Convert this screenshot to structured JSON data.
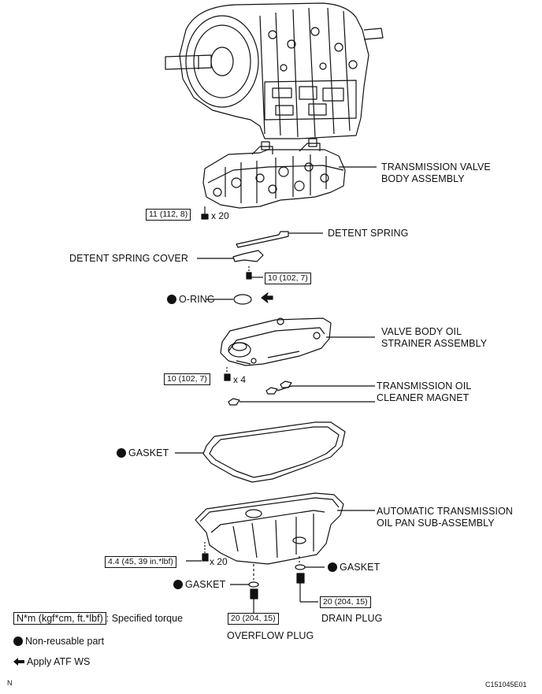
{
  "labels": {
    "valve_body": [
      "TRANSMISSION VALVE",
      "BODY ASSEMBLY"
    ],
    "detent_spring": "DETENT SPRING",
    "detent_spring_cover": "DETENT SPRING COVER",
    "o_ring": "O-RING",
    "strainer": [
      "VALVE BODY OIL",
      "STRAINER ASSEMBLY"
    ],
    "magnet": [
      "TRANSMISSION OIL",
      "CLEANER MAGNET"
    ],
    "gasket_pan": "GASKET",
    "oil_pan": [
      "AUTOMATIC TRANSMISSION",
      "OIL PAN SUB-ASSEMBLY"
    ],
    "gasket_overflow": "GASKET",
    "gasket_drain": "GASKET",
    "overflow_plug": "OVERFLOW PLUG",
    "drain_plug": "DRAIN PLUG"
  },
  "torques": {
    "valve_body_bolts": "11 (112, 8)",
    "detent_cover_bolt": "10 (102, 7)",
    "strainer_bolts": "10 (102, 7)",
    "oil_pan_bolts": "4.4 (45, 39 in.*lbf)",
    "overflow_plug": "20 (204, 15)",
    "drain_plug": "20 (204, 15)"
  },
  "quantities": {
    "valve_body_bolts": "x 20",
    "strainer_bolts": "x 4",
    "oil_pan_bolts": "x 20"
  },
  "legend": {
    "torque_unit": "N*m (kgf*cm, ft.*lbf)",
    "torque_desc": ": Specified torque",
    "non_reusable": "Non-reusable part",
    "apply_atf": "Apply ATF WS"
  },
  "corner": {
    "left": "N",
    "right": "C151045E01"
  }
}
